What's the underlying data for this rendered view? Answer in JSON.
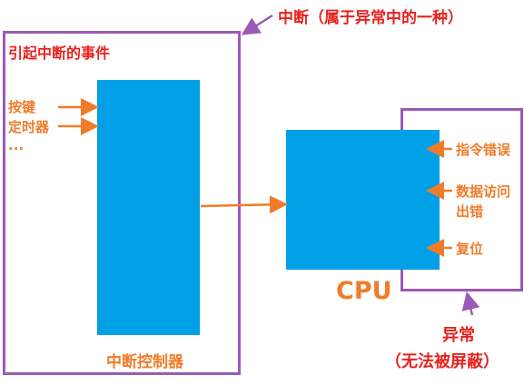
{
  "interrupt_title": "中断（属于异常中的一种）",
  "events_heading": "引起中断的事件",
  "sources": [
    "按键",
    "定时器",
    "..."
  ],
  "controller_label": "中断控制器",
  "cpu_label": "CPU",
  "exceptions": [
    "指令错误",
    "数据访问",
    "出错",
    "复位"
  ],
  "exception_title": "异常",
  "exception_subtitle": "（无法被屏蔽）",
  "colors": {
    "purple": "#9b59b6",
    "blue": "#00a0e6",
    "red": "#e8221d",
    "orange": "#f07c2a"
  }
}
